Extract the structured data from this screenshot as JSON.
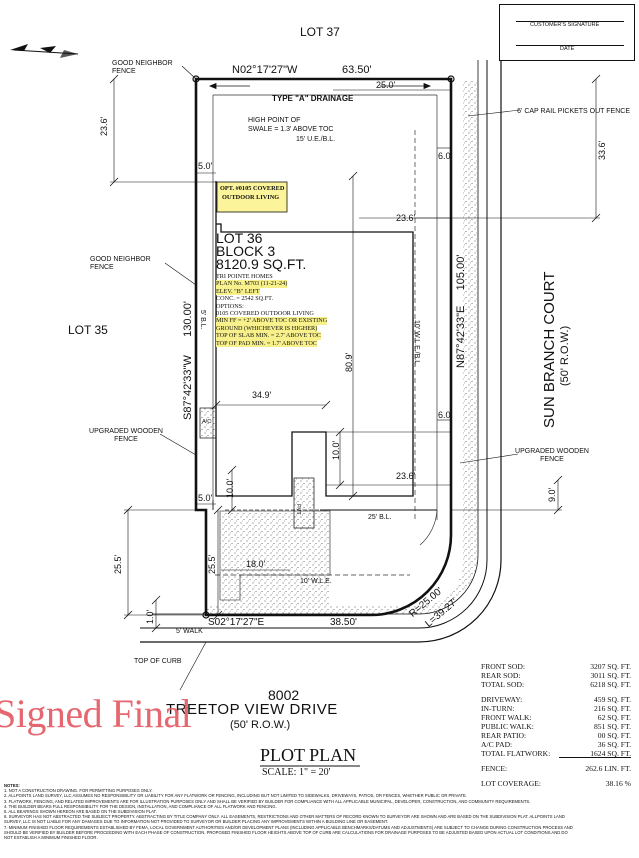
{
  "signature_box": {
    "customer_signature": "CUSTOMER'S SIGNATURE",
    "date": "DATE"
  },
  "lots": {
    "north": "LOT 37",
    "west": "LOT 35"
  },
  "boundary": {
    "north_bearing": "N02°17'27\"W",
    "north_length": "63.50'",
    "west_bearing": "S87°42'33\"W",
    "west_length": "130.00'",
    "east_bearing": "N87°42'33\"E",
    "east_length": "105.00'",
    "south_bearing": "S02°17'27\"E",
    "south_length": "38.50'",
    "curve_radius": "R=25.00'",
    "curve_length": "L=39.27'"
  },
  "labels": {
    "good_neighbor_fence_1": "GOOD NEIGHBOR FENCE",
    "good_neighbor_fence_2": "GOOD NEIGHBOR FENCE",
    "type_a_drainage": "TYPE \"A\" DRAINAGE",
    "high_point_line1": "HIGH POINT OF",
    "high_point_line2": "SWALE = 1.3' ABOVE TOC",
    "ue_bl": "15' U.E./B.L.",
    "cap_rail": "6' CAP RAIL PICKETS OUT FENCE",
    "opt_covered_line1": "OPT. #0105 COVERED",
    "opt_covered_line2": "OUTDOOR LIVING",
    "upgraded_wooden_fence_1": "UPGRADED WOODEN FENCE",
    "upgraded_wooden_fence_2": "UPGRADED WOODEN FENCE",
    "bl_5": "5' B.L.",
    "bl_25": "25' B.L.",
    "wle_10_vertical": "10' W.L.E./B.L.",
    "wle_10": "10' W.L.E.",
    "walk_5": "5' WALK",
    "top_of_curb": "TOP OF CURB",
    "ac": "A/C",
    "pvt": "PVT"
  },
  "dimensions": {
    "d25_top": "25.0'",
    "d23_6_left": "23.6'",
    "d33_6": "33.6'",
    "d6_0_top": "6.0'",
    "d5_0_top": "5.0'",
    "d23_6_mid": "23.6'",
    "d80_9": "80.9'",
    "d34_9": "34.9'",
    "d6_0_bot": "6.0'",
    "d10_0_drive": "10.0'",
    "d23_6_bot": "23.6'",
    "d9_0": "9.0'",
    "d10_0_left": "10.0'",
    "d5_0_bot": "5.0'",
    "d18_0": "18.0'",
    "d25_5_in": "25.5'",
    "d25_5_out": "25.5'",
    "d1_0": "1.0'"
  },
  "lot_info": {
    "lot": "LOT 36",
    "block": "BLOCK 3",
    "area": "8120.9 SQ.FT.",
    "lines": [
      {
        "text": "TRI POINTE HOMES",
        "hl": false
      },
      {
        "text": "PLAN No. M703 (11-21-24)",
        "hl": true
      },
      {
        "text": "ELEV. \"B\" LEFT",
        "hl": true
      },
      {
        "text": "CONC. = 2542 SQ.FT.",
        "hl": false
      },
      {
        "text": "OPTIONS:",
        "hl": false
      },
      {
        "text": "0105 COVERED OUTDOOR LIVING",
        "hl": false
      },
      {
        "text": "MIN FF = +2' ABOVE TOC OR EXISTING",
        "hl": true
      },
      {
        "text": "GROUND (WHICHEVER IS HIGHER)",
        "hl": true
      },
      {
        "text": "TOP OF SLAB MIN. = 2.7' ABOVE TOC",
        "hl": true
      },
      {
        "text": "TOP OF PAD MIN. = 1.7' ABOVE TOC",
        "hl": true
      }
    ]
  },
  "street_east": {
    "name": "SUN BRANCH COURT",
    "row": "(50' R.O.W.)"
  },
  "street_south": {
    "number": "8002",
    "name": "TREETOP VIEW DRIVE",
    "row": "(50' R.O.W.)"
  },
  "title": {
    "heading": "PLOT PLAN",
    "scale": "SCALE: 1\" = 20'"
  },
  "stamp": "Signed Final",
  "stats": [
    {
      "label": "FRONT SOD:",
      "value": "3207 SQ. FT."
    },
    {
      "label": "REAR SOD:",
      "value": "3011 SQ. FT."
    },
    {
      "label": "TOTAL SOD:",
      "value": "6218 SQ. FT."
    },
    {
      "label": "DRIVEWAY:",
      "value": "459 SQ. FT."
    },
    {
      "label": "IN-TURN:",
      "value": "216 SQ. FT."
    },
    {
      "label": "FRONT WALK:",
      "value": "62 SQ. FT."
    },
    {
      "label": "PUBLIC WALK:",
      "value": "851 SQ. FT."
    },
    {
      "label": "REAR PATIO:",
      "value": "00 SQ. FT."
    },
    {
      "label": "A/C PAD:",
      "value": "36 SQ. FT."
    },
    {
      "label": "TOTAL FLATWORK:",
      "value": "1624 SQ. FT."
    },
    {
      "label": "FENCE:",
      "value": "262.6 LIN. FT."
    },
    {
      "label": "LOT COVERAGE:",
      "value": "38.16 %"
    }
  ],
  "notes": [
    "NOTES:",
    "1. NOT A CONSTRUCTION DRAWING. FOR PERMITTING PURPOSES ONLY.",
    "2. ALLPOINTS LAND SURVEY, LLC ASSUMES NO RESPONSIBILITY OR LIABILITY FOR ANY FLATWORK OR FENCING, INCLUDING BUT NOT LIMITED TO SIDEWALKS, DRIVEWAYS, PATIOS, OR FENCES, WHETHER PUBLIC OR PRIVATE.",
    "3. FLATWORK, FENCING, AND RELATED IMPROVEMENTS ARE FOR ILLUSTRATION PURPOSES ONLY AND SHALL BE VERIFIED BY BUILDER FOR COMPLIANCE WITH ALL APPLICABLE MUNICIPAL, DEVELOPER, CONSTRUCTION, AND COMMUNITY REQUIREMENTS.",
    "4. THE BUILDER BEARS FULL RESPONSIBILITY FOR THE DESIGN, INSTALLATION, AND COMPLIANCE OF ALL FLATWORK AND FENCING.",
    "5. ALL BEARINGS SHOWN HEREON ARE BASED ON THE SUBDIVISION PLAT.",
    "6. SURVEYOR HAS NOT ABSTRACTED THE SUBJECT PROPERTY. ABSTRACTING BY TITLE COMPANY ONLY. ALL EASEMENTS, RESTRICTIONS AND OTHER MATTERS OF RECORD KNOWN TO SURVEYOR ARE SHOWN AND ARE BASED ON THE SUBDIVISION PLAT. ALLPOINTS LAND",
    "   SURVEY, LLC IS NOT LIABLE FOR ANY DAMAGES DUE TO INFORMATION NOT PROVIDED TO SURVEYOR OR BUILDER PLACING ANY IMPROVEMENTS WITHIN A BUILDING LINE OR EASEMENT.",
    "7. MINIMUM FINISHED FLOOR REQUIREMENTS ESTABLISHED BY FEMA, LOCAL GOVERNMENT AUTHORITIES AND/OR DEVELOPMENT PLANS (INCLUDING APPLICABLE BENCHMARKS/DATUMS AND ADJUSTMENTS) ARE SUBJECT TO CHANGE DURING CONSTRUCTION PROCESS AND",
    "   SHOULD BE VERIFIED BY BUILDER BEFORE PROCEEDING WITH EACH PHASE OF CONSTRUCTION. PROPOSED FINISHED FLOOR HEIGHTS ABOVE TOP OF CURB ARE CALCULATIONS FOR DRAINAGE PURPOSES TO BE ADJUSTED BASED UPON ACTUAL LOT CONDITIONS AND DO",
    "   NOT ESTABLISH A MINIMUM FINISHED FLOOR."
  ]
}
